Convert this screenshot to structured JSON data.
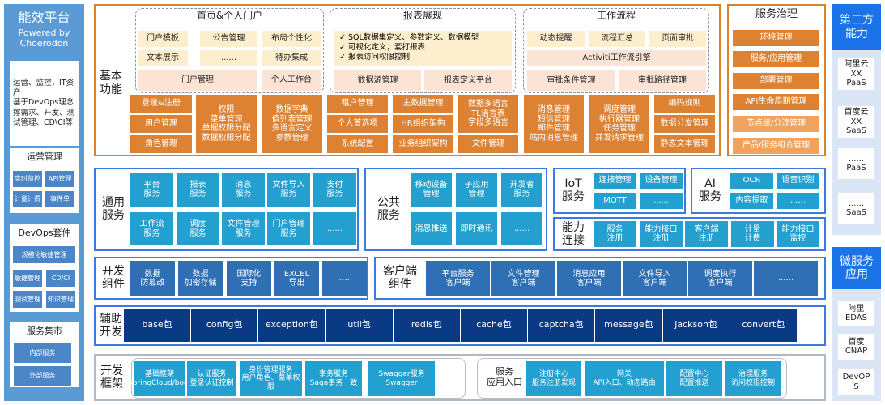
{
  "sidebar": {
    "title": "能效平台",
    "subtitle": "Powered by\nChoerodon",
    "description": "运营、监控，IT资产\n基于DevOps理念撑需求、开发、测试管理、CD\\CI等",
    "ops": {
      "title": "运营管理",
      "items": [
        "实时监控",
        "API管理",
        "计量计费",
        "事件单"
      ]
    },
    "devops": {
      "title": "DevOps套件",
      "items": [
        "规模化敏捷管理",
        "敏捷管理",
        "CD/CI",
        "测试管理",
        "知识管理"
      ]
    },
    "market": {
      "title": "服务集市",
      "items": [
        "内部服务",
        "外部服务"
      ]
    }
  },
  "basic": {
    "label": "基本\n功能",
    "portal": {
      "title": "首页&个人门户",
      "items": [
        "门户模板",
        "公告管理",
        "布局个性化",
        "文本展示",
        "......",
        "待办集成",
        "门户管理",
        "个人工作台"
      ]
    },
    "report": {
      "title": "报表展现",
      "checklist": [
        "✓ SQL数据集定义、参数定义、数据模型",
        "✓ 可视化定义；套打报表",
        "✓ 报表访问权限控制"
      ],
      "items": [
        "数据源管理",
        "报表定义平台"
      ]
    },
    "workflow": {
      "title": "工作流程",
      "items": [
        "动态提醒",
        "流程汇总",
        "页面审批",
        "Activiti工作流引擎",
        "审批条件管理",
        "审批路径管理"
      ]
    },
    "modules": [
      "登录&注册",
      "用户管理",
      "角色管理",
      "权限\n菜单管理\n单据权限分配\n数据权限分配",
      "数据字典\n值列表管理\n多语言定义\n参数管理",
      "租户管理",
      "个人首选项",
      "系统配置",
      "主数据管理",
      "HR组织架构",
      "业务组织架构",
      "数据多语言\nTL语言表\n字段多语言",
      "文件管理",
      "消息管理\n短信管理\n邮件管理\n站内消息管理",
      "调度管理\n执行器管理\n任务管理\n并发请求管理",
      "编码规则",
      "数据分发管理",
      "静态文本管理"
    ]
  },
  "governance": {
    "title": "服务治理",
    "items": [
      "环境管理",
      "服务/应用管理",
      "部署管理",
      "API生命周期管理",
      "节点组/分流管理",
      "产品/服务组合管理"
    ]
  },
  "third_party": {
    "title": "第三方\n能力",
    "items": [
      "阿里云\nXX\nPaaS",
      "百度云\nXX\nSaaS",
      "......\nPaaS",
      "......\nSaaS"
    ]
  },
  "microservice": {
    "title": "微服务\n应用",
    "items": [
      "阿里\nEDAS",
      "百度\nCNAP",
      "DevOP\nS"
    ]
  },
  "general": {
    "label": "通用\n服务",
    "items": [
      "平台\n服务",
      "报表\n服务",
      "消息\n服务",
      "文件导入\n服务",
      "支付\n服务",
      "工作流\n服务",
      "调度\n服务",
      "文件管理\n服务",
      "门户管理\n服务",
      "......"
    ]
  },
  "public": {
    "label": "公共\n服务",
    "items": [
      "移动设备\n管理",
      "子应用\n管理",
      "开发者\n服务",
      "消息推送",
      "即时通讯",
      "......"
    ]
  },
  "iot": {
    "label": "IoT\n服务",
    "items": [
      "连接管理",
      "设备管理",
      "MQTT",
      "......"
    ]
  },
  "ai": {
    "label": "AI\n服务",
    "items": [
      "OCR",
      "语音识别",
      "内容提取",
      "......"
    ]
  },
  "capability": {
    "label": "能力\n连接",
    "items": [
      "服务\n注册",
      "能力接口\n注册",
      "客户端\n注册",
      "计量\n计费",
      "能力接口\n监控"
    ]
  },
  "dev_components": {
    "label": "开发\n组件",
    "items": [
      "数据\n防篡改",
      "数据\n加密存储",
      "国际化\n支持",
      "EXCEL\n导出",
      "......"
    ]
  },
  "client_components": {
    "label": "客户端\n组件",
    "items": [
      "平台服务\n客户端",
      "文件管理\n客户端",
      "消息应用\n客户端",
      "文件导入\n客户端",
      "调度执行\n客户端",
      "......"
    ]
  },
  "aux_dev": {
    "label": "辅助\n开发",
    "items": [
      "base包",
      "config包",
      "exception包",
      "util包",
      "redis包",
      "cache包",
      "captcha包",
      "message包",
      "jackson包",
      "convert包"
    ]
  },
  "dev_framework": {
    "label": "开发\n框架",
    "items": [
      "基础框架\nSpringCloud/boot",
      "认证服务\n登录认证控制",
      "身份管理服务\n用户角色、菜单权限",
      "事务服务\nSaga事务一致",
      "Swagger服务\nSwagger"
    ],
    "entry_label": "服务\n应用入口",
    "entry_items": [
      "注册中心\n服务注册发现",
      "网关\nAPI入口、动态路由",
      "配置中心\n配置推送",
      "治理服务\n访问权限控制"
    ]
  }
}
